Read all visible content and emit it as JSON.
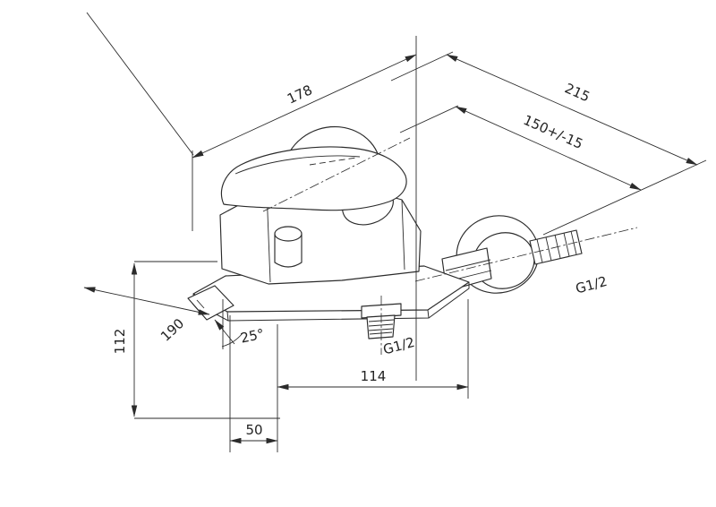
{
  "labels": {
    "dim_178": "178",
    "dim_215": "215",
    "dim_150": "150+/-15",
    "dim_112": "112",
    "dim_190": "190",
    "dim_114": "114",
    "dim_50": "50",
    "angle_25": "25°",
    "thread_bottom": "G1/2",
    "thread_side": "G1/2"
  },
  "colors": {
    "line": "#2b2b2b",
    "background": "#ffffff"
  }
}
